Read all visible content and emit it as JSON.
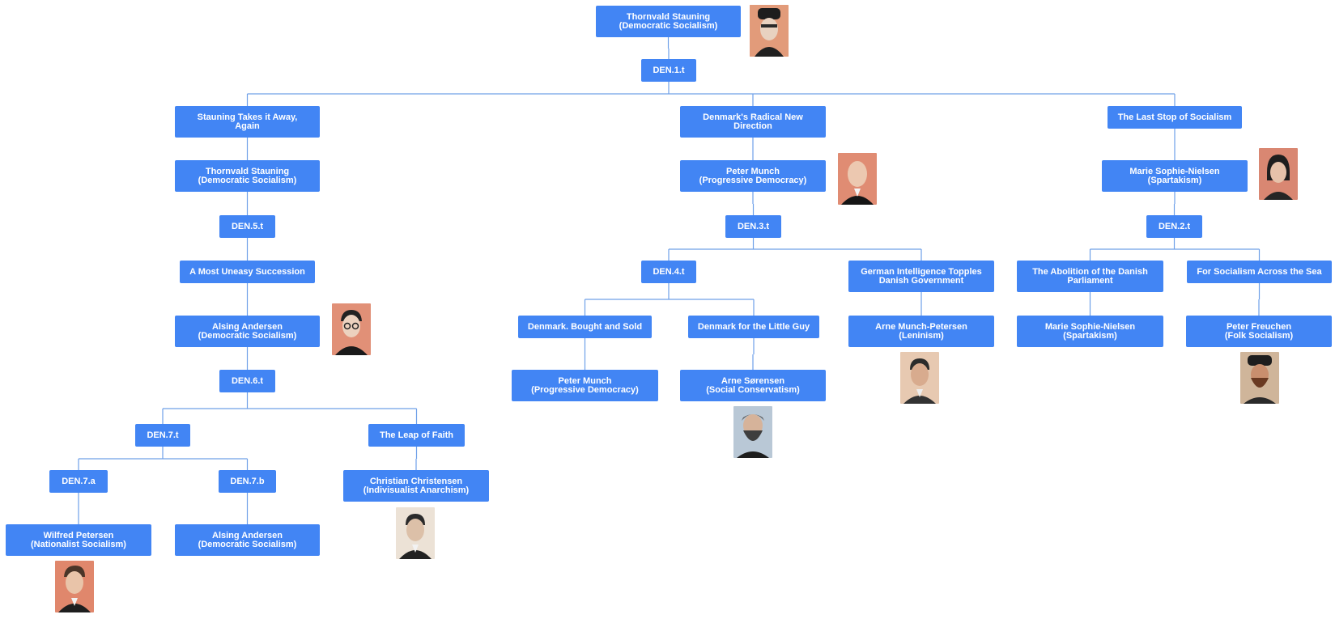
{
  "nodes": {
    "root": {
      "line1": "Thornvald Stauning",
      "line2": "(Democratic Socialism)"
    },
    "den1": {
      "line1": "DEN.1.t"
    },
    "b1": {
      "line1": "Stauning Takes it Away,",
      "line2": "Again"
    },
    "b2": {
      "line1": "Denmark's Radical New",
      "line2": "Direction"
    },
    "b3": {
      "line1": "The Last Stop of Socialism"
    },
    "b1p": {
      "line1": "Thornvald Stauning",
      "line2": "(Democratic Socialism)"
    },
    "b2p": {
      "line1": "Peter Munch",
      "line2": "(Progressive Democracy)"
    },
    "b3p": {
      "line1": "Marie Sophie-Nielsen",
      "line2": "(Spartakism)"
    },
    "den5": {
      "line1": "DEN.5.t"
    },
    "den3": {
      "line1": "DEN.3.t"
    },
    "den2": {
      "line1": "DEN.2.t"
    },
    "succ": {
      "line1": "A Most Uneasy Succession"
    },
    "den4": {
      "line1": "DEN.4.t"
    },
    "ger": {
      "line1": "German Intelligence Topples",
      "line2": "Danish Government"
    },
    "abol": {
      "line1": "The Abolition of the Danish",
      "line2": "Parliament"
    },
    "sea": {
      "line1": "For Socialism Across the Sea"
    },
    "alsing1": {
      "line1": "Alsing Andersen",
      "line2": "(Democratic Socialism)"
    },
    "bought": {
      "line1": "Denmark. Bought and Sold"
    },
    "little": {
      "line1": "Denmark for the Little Guy"
    },
    "arne": {
      "line1": "Arne Munch-Petersen",
      "line2": "(Leninism)"
    },
    "marie2": {
      "line1": "Marie Sophie-Nielsen",
      "line2": "(Spartakism)"
    },
    "freuch": {
      "line1": "Peter Freuchen",
      "line2": "(Folk Socialism)"
    },
    "den6": {
      "line1": "DEN.6.t"
    },
    "munch2": {
      "line1": "Peter Munch",
      "line2": "(Progressive Democracy)"
    },
    "soren": {
      "line1": "Arne Sørensen",
      "line2": "(Social Conservatism)"
    },
    "den7": {
      "line1": "DEN.7.t"
    },
    "leap": {
      "line1": "The Leap of Faith"
    },
    "den7a": {
      "line1": "DEN.7.a"
    },
    "den7b": {
      "line1": "DEN.7.b"
    },
    "chris": {
      "line1": "Christian Christensen",
      "line2": "(Indivisualist Anarchism)"
    },
    "wilf": {
      "line1": "Wilfred Petersen",
      "line2": "(Nationalist Socialism)"
    },
    "alsing2": {
      "line1": "Alsing Andersen",
      "line2": "(Democratic Socialism)"
    }
  },
  "colors": {
    "node": "#4285f4",
    "text": "#ffffff",
    "edge": "#6fa0e8",
    "background": "#ffffff"
  },
  "icons": {
    "portrait": "person-portrait-icon"
  }
}
